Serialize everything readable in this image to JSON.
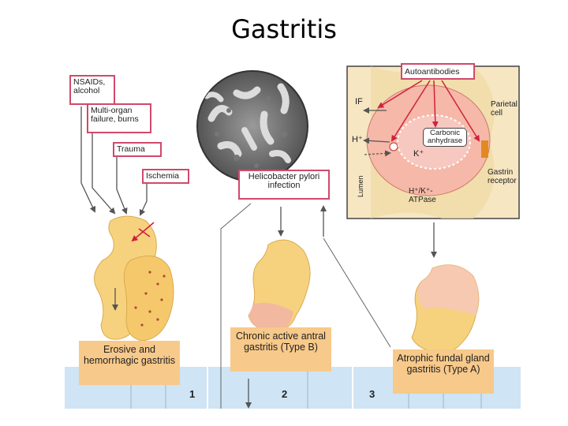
{
  "title": "Gastritis",
  "causes": {
    "nsaids": "NSAIDs, alcohol",
    "multiorgan": "Multi-organ failure, burns",
    "trauma": "Trauma",
    "ischemia": "Ischemia",
    "hpylori": "Helicobacter pylori infection"
  },
  "inset": {
    "autoantibodies": "Autoantibodies",
    "if": "IF",
    "parietal_cell": "Parietal cell",
    "h_plus": "H⁺",
    "carbonic_anhydrase": "Carbonic anhydrase",
    "k_plus": "K⁺",
    "gastrin_receptor": "Gastrin receptor",
    "atpase": "H⁺/K⁺-ATPase",
    "lumen": "Lumen"
  },
  "types": {
    "type1": "Erosive and hemorrhagic gastritis",
    "type2": "Chronic active antral gastritis (Type B)",
    "type3": "Atrophic fundal gland gastritis (Type A)"
  },
  "panel_numbers": [
    "1",
    "2",
    "3"
  ],
  "colors": {
    "stomach": "#f7d27e",
    "label_bg": "#f7c98a",
    "box_border": "#d0496a",
    "band": "#cfe4f4",
    "cell": "#f6b8a8",
    "inset_bg": "#f6e6c2"
  }
}
